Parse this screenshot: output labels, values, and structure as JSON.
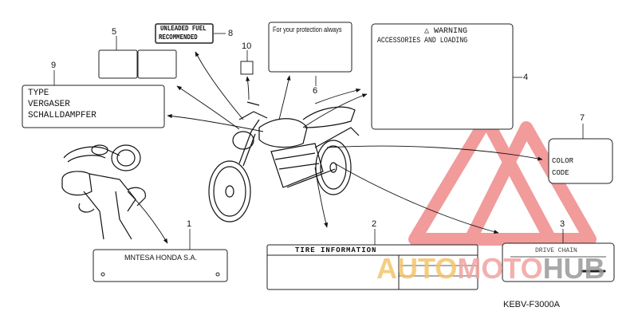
{
  "callouts": {
    "c1": "1",
    "c2": "2",
    "c3": "3",
    "c4": "4",
    "c5": "5",
    "c6": "6",
    "c7": "7",
    "c8": "8",
    "c9": "9",
    "c10": "10"
  },
  "labels": {
    "unleaded_line1": "UNLEADED FUEL",
    "unleaded_line2": "RECOMMENDED",
    "protection": "For your protection always",
    "warning_line1": "WARNING",
    "warning_line2": "ACCESSORIES AND LOADING",
    "type_line1": "TYPE",
    "type_line2": "VERGASER",
    "type_line3": "SCHALLDAMPFER",
    "color_line1": "COLOR",
    "color_line2": "CODE",
    "montesa": "MNTESA HONDA S.A.",
    "tire_info": "TIRE INFORMATION",
    "drive_chain": "DRIVE CHAIN"
  },
  "diagram_code": "KEBV-F3000A",
  "watermark": {
    "part1": "AUTO",
    "part2": "MOTO",
    "part3": "HUB",
    "colors": {
      "auto": "#f3c56b",
      "moto": "#f0a3a0",
      "hub": "#9a9a9a",
      "triangle": "#e85a5a"
    }
  }
}
